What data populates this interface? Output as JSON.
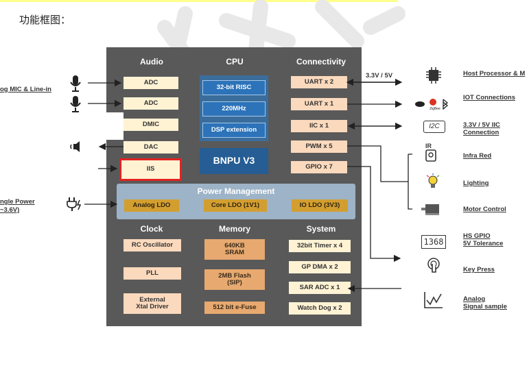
{
  "heading": "功能框图：",
  "sections": {
    "audio": "Audio",
    "cpu": "CPU",
    "connectivity": "Connectivity",
    "power": "Power Management",
    "clock": "Clock",
    "memory": "Memory",
    "system": "System"
  },
  "audio_blocks": [
    "ADC",
    "ADC",
    "DMIC",
    "DAC",
    "IIS"
  ],
  "cpu_blocks": [
    "32-bit RISC",
    "220MHz",
    "DSP extension"
  ],
  "npu": "BNPU V3",
  "conn_blocks": [
    "UART x 2",
    "UART x 1",
    "IIC x 1",
    "PWM x 5",
    "GPIO x 7"
  ],
  "power_blocks": [
    "Analog LDO",
    "Core LDO (1V1)",
    "IO LDO (3V3)"
  ],
  "clock_blocks": [
    "RC Oscillator",
    "PLL",
    "External\nXtal Driver"
  ],
  "memory_blocks": [
    "640KB\nSRAM",
    "2MB Flash\n(SIP)",
    "512 bit e-Fuse"
  ],
  "system_blocks": [
    "32bit Timer x 4",
    "GP DMA x 2",
    "SAR ADC x 1",
    "Watch Dog x 2"
  ],
  "left_labels": {
    "mic": "og MIC & Line-in",
    "power_l1": "ngle Power",
    "power_l2": "~3.6V)"
  },
  "voltage_label": "3.3V / 5V",
  "right_labels": {
    "host": "Host Processor & M",
    "iot": "IOT Connections",
    "iic_l1": "3.3V / 5V IIC",
    "iic_l2": "Connection",
    "ir": "Infra Red",
    "lighting": "Lighting",
    "motor": "Motor Control",
    "gpio_l1": "HS GPIO",
    "gpio_l2": "5V Tolerance",
    "key": "Key Press",
    "analog_l1": "Analog",
    "analog_l2": "Signal sample"
  },
  "icon_text": {
    "iic": "I2C",
    "seven_seg": "1368",
    "ir": "IR",
    "zigbee": "ZigBee"
  },
  "colors": {
    "chip_bg": "#595959",
    "highlight": "#e22323",
    "power_band": "#9db3c7",
    "cpu_blue": "#2c73b9"
  }
}
